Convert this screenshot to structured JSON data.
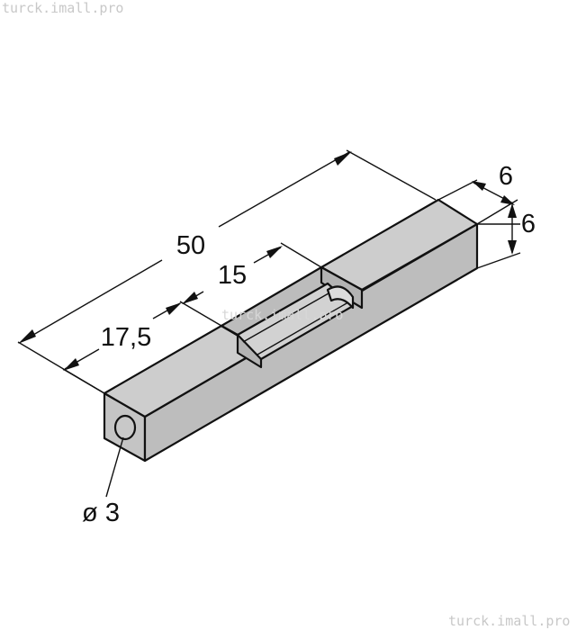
{
  "watermarks": {
    "top_left": "turck.imall.pro",
    "center": "turck.imall.pro",
    "bottom_right": "turck.imall.pro"
  },
  "dimensions": {
    "overall_length": "50",
    "slot_length": "15",
    "offset_length": "17,5",
    "width": "6",
    "height": "6",
    "bore_diameter": "ø 3"
  },
  "colors": {
    "body_fill": "#c8c8c8",
    "line": "#111111",
    "watermark": "#c8c8c8"
  }
}
